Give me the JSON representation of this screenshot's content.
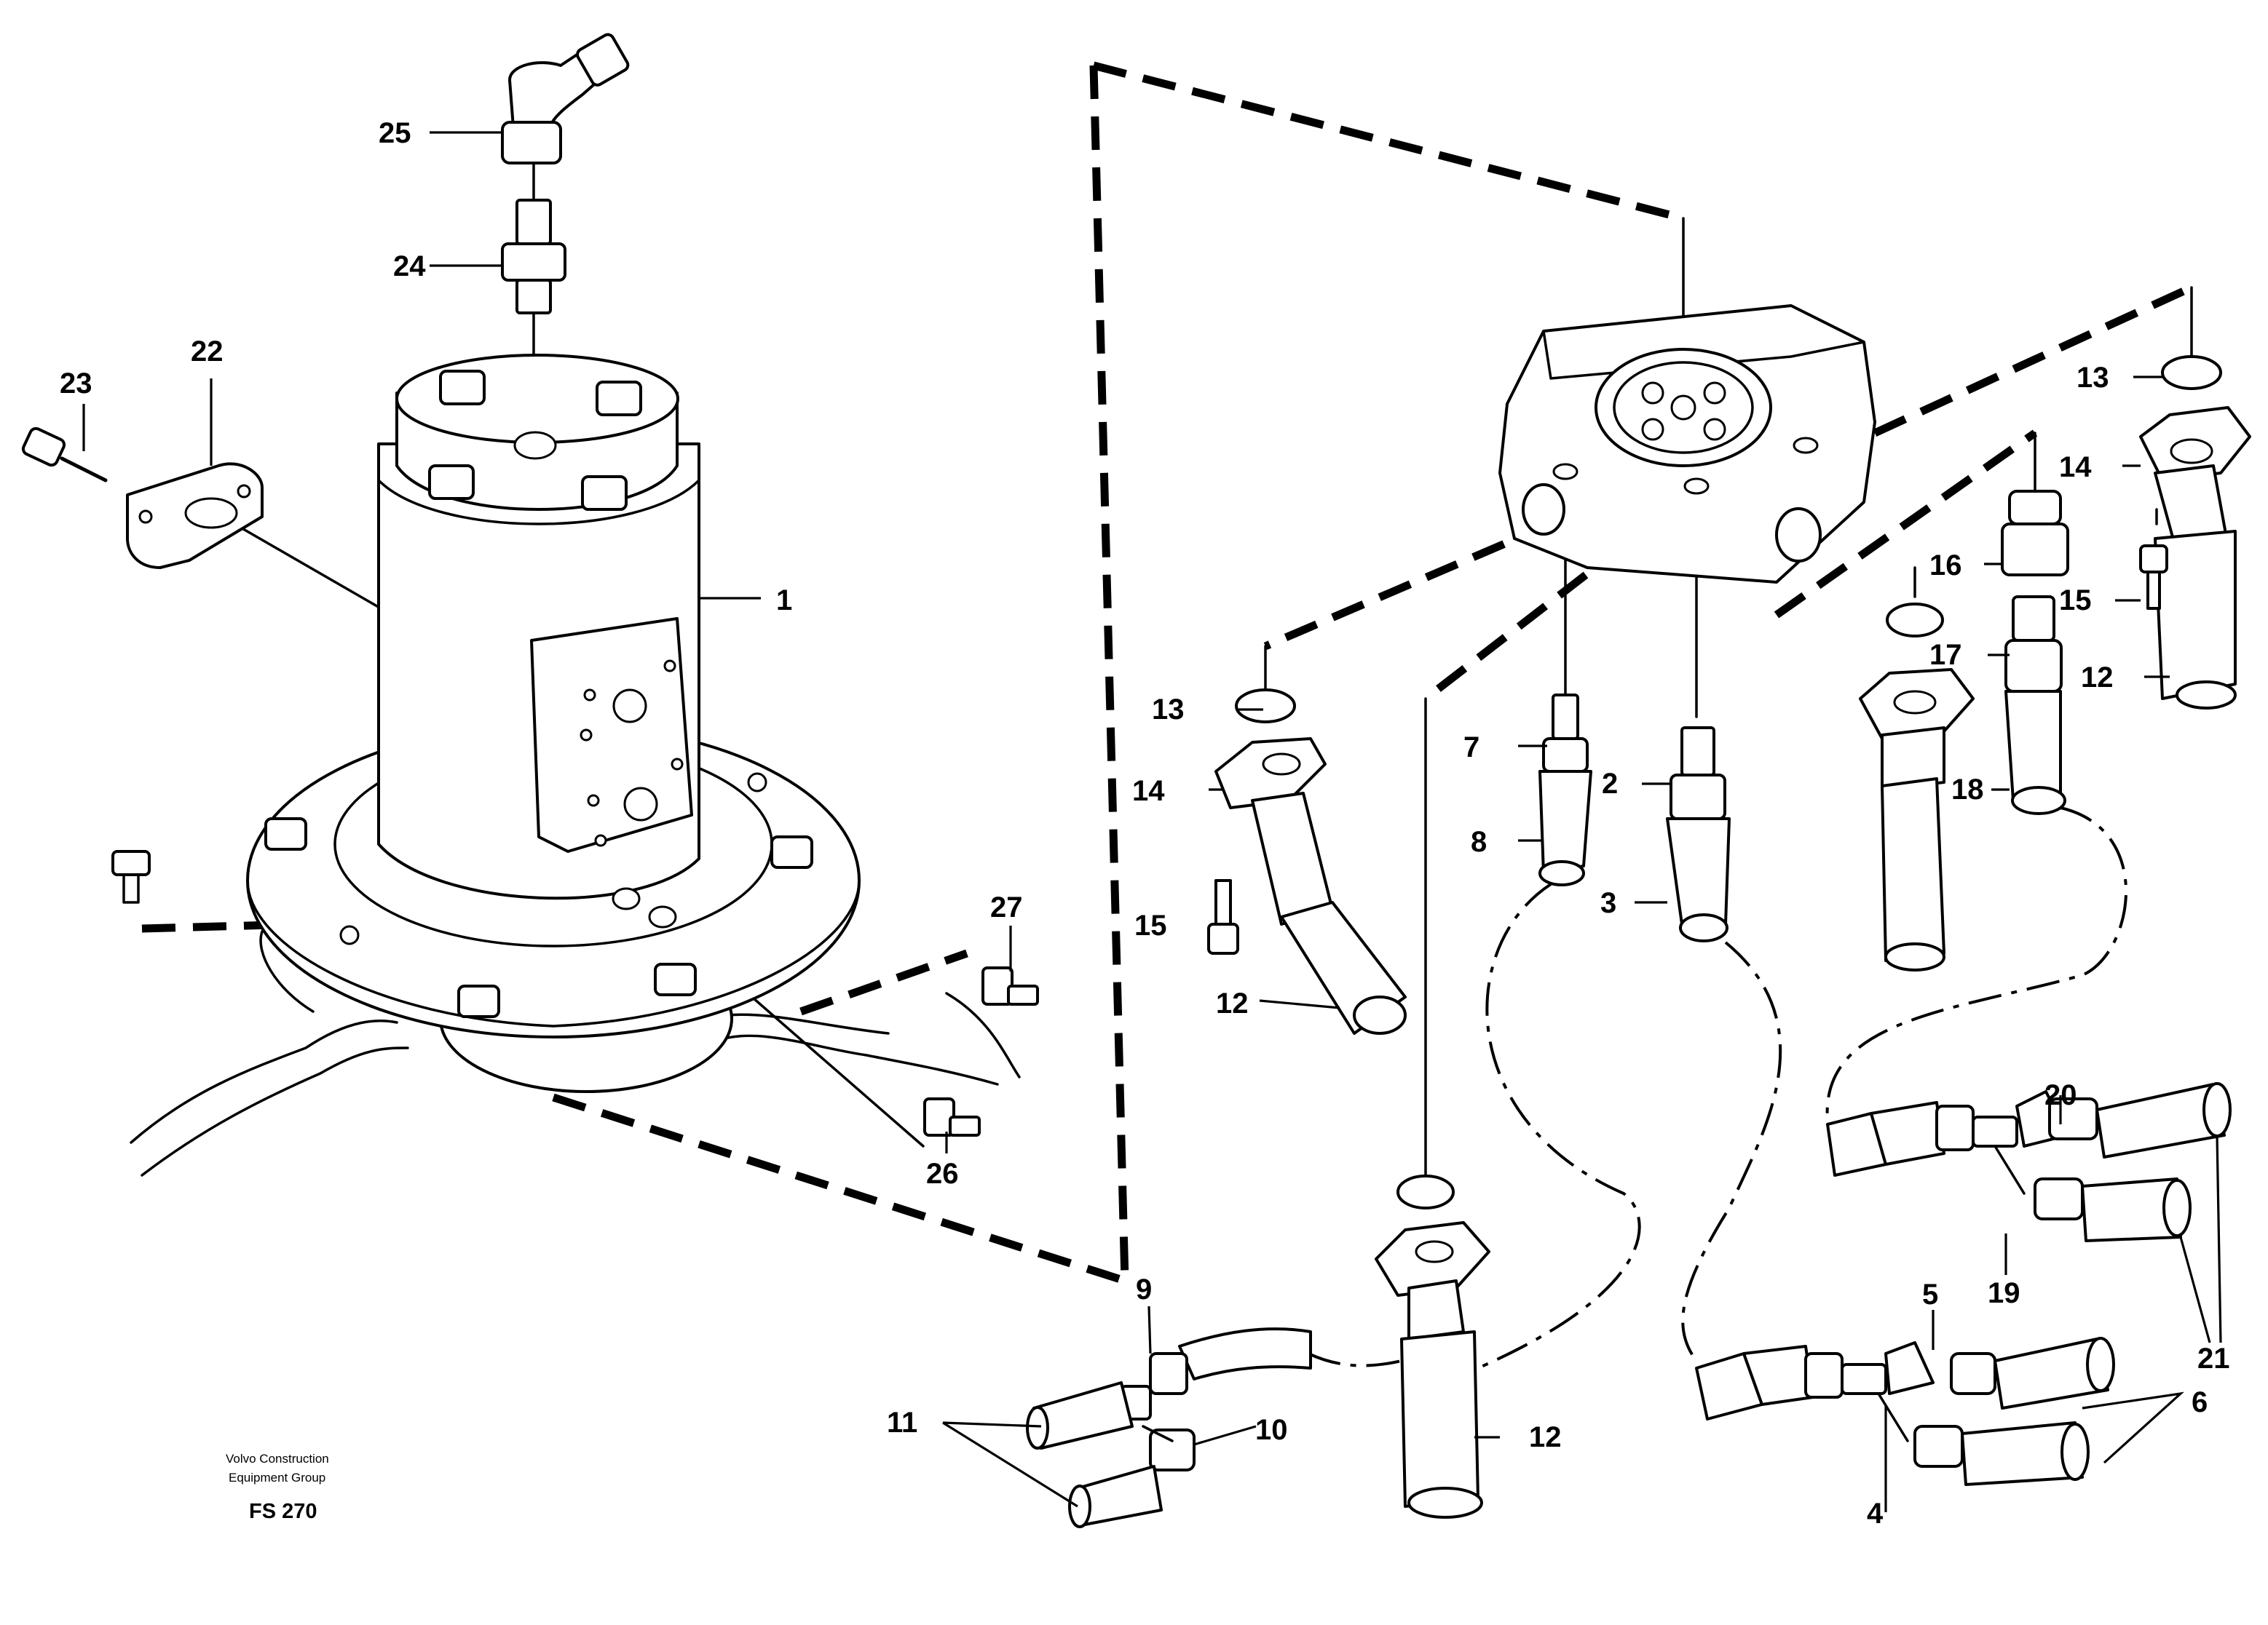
{
  "figure": {
    "company_line1": "Volvo Construction",
    "company_line2": "Equipment Group",
    "code": "FS 270"
  },
  "callouts": {
    "c1": "1",
    "c2": "2",
    "c3": "3",
    "c4": "4",
    "c5": "5",
    "c6": "6",
    "c7": "7",
    "c8": "8",
    "c9": "9",
    "c10": "10",
    "c11": "11",
    "c12a": "12",
    "c12b": "12",
    "c12c": "12",
    "c13a": "13",
    "c13b": "13",
    "c14a": "14",
    "c14b": "14",
    "c15a": "15",
    "c15b": "15",
    "c16": "16",
    "c17": "17",
    "c18": "18",
    "c19": "19",
    "c20": "20",
    "c21": "21",
    "c22": "22",
    "c23": "23",
    "c24": "24",
    "c25": "25",
    "c26": "26",
    "c27": "27"
  }
}
